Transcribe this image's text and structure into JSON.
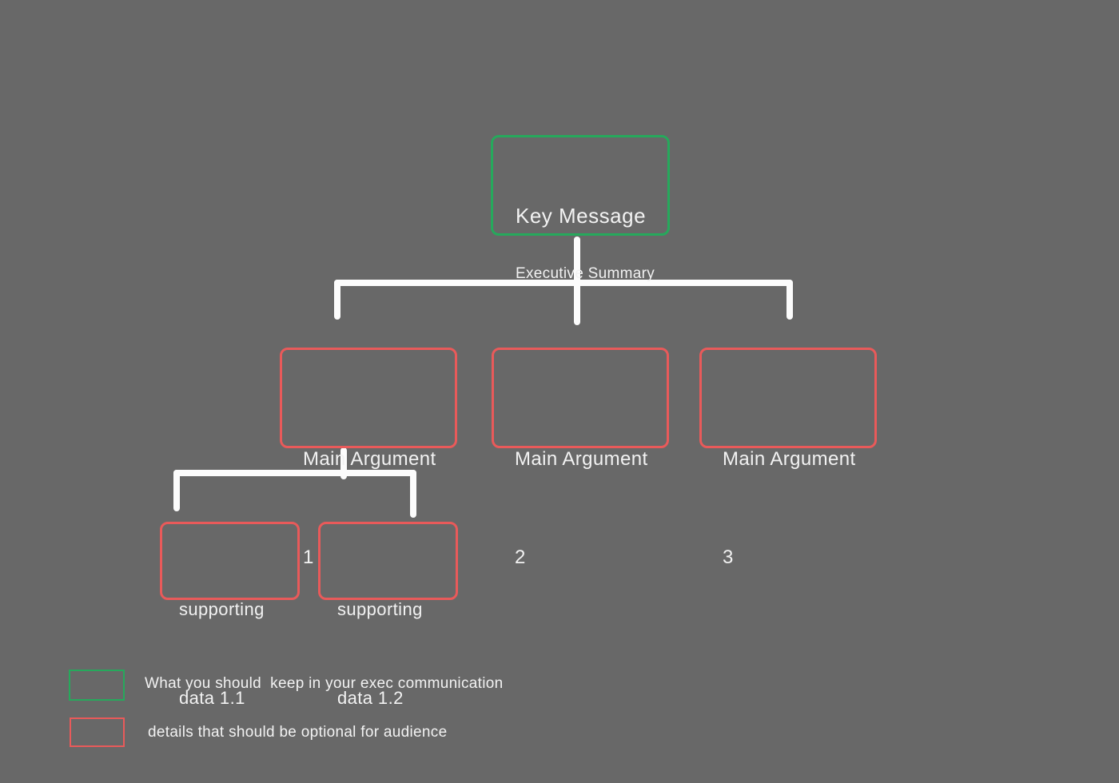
{
  "colors": {
    "background": "#686868",
    "keep_green": "#26a95c",
    "optional_red": "#e95a5a",
    "connector_white": "#fcfcfc",
    "text": "#f2f2f2"
  },
  "diagram": {
    "key_message": {
      "title": "Key Message",
      "subtitle": "Executive Summary"
    },
    "main_arguments": [
      {
        "name": "Main Argument",
        "number": "1"
      },
      {
        "name": "Main Argument",
        "number": "2"
      },
      {
        "name": "Main Argument",
        "number": "3"
      }
    ],
    "supporting_data": [
      {
        "line1": "supporting",
        "line2": "data 1.1"
      },
      {
        "line1": "supporting",
        "line2": "data 1.2"
      }
    ]
  },
  "legend": {
    "items": [
      {
        "swatch": "green",
        "label": "What you should  keep in your exec communication"
      },
      {
        "swatch": "red",
        "label": "details that should be optional for audience"
      }
    ]
  }
}
